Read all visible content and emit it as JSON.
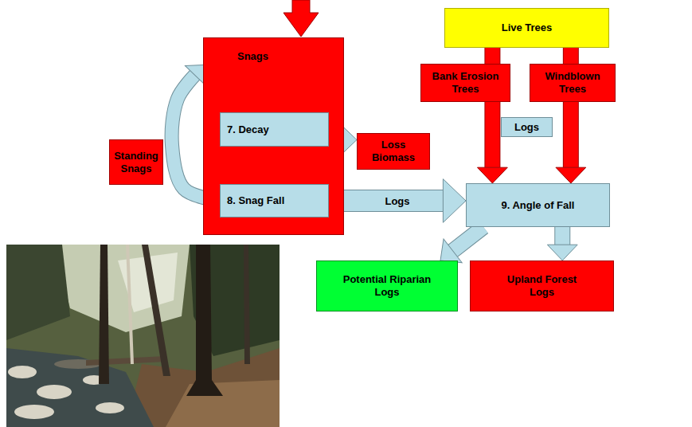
{
  "diagram": {
    "nodes": [
      {
        "text": [
          "Live Trees"
        ]
      },
      {
        "text": [
          "Snags"
        ]
      },
      {
        "text": [
          "7. Decay"
        ],
        "in": 1
      },
      {
        "text": [
          "8. Snag Fall"
        ],
        "in": 1
      },
      {
        "text": [
          "Standing Snags"
        ]
      },
      {
        "text": [
          "Bank Erosion Trees"
        ]
      },
      {
        "text": [
          "Windblown Trees"
        ]
      },
      {
        "text": [
          "Logs"
        ]
      },
      {
        "text": [
          "Loss Biomass"
        ]
      },
      {
        "text": [
          "9. Angle of Fall"
        ]
      },
      {
        "text": [
          "Potential Riparian Logs"
        ]
      },
      {
        "text": [
          "Upland Forest Logs"
        ]
      }
    ],
    "edges": [
      {
        "from": 0,
        "to": 5,
        "arrow": "none"
      },
      {
        "from": 0,
        "to": 6,
        "arrow": "none"
      },
      {
        "from": 5,
        "to": 9,
        "arrow": "to"
      },
      {
        "from": 6,
        "to": 9,
        "arrow": "to"
      },
      {
        "from": 2,
        "to": 8,
        "arrow": "to"
      },
      {
        "from": 3,
        "to": 9,
        "label": "Logs",
        "arrow": "to"
      },
      {
        "from": 3,
        "to": 1,
        "arrow": "to"
      },
      {
        "from": 9,
        "to": 10,
        "arrow": "to"
      },
      {
        "from": 9,
        "to": 11,
        "arrow": "to"
      }
    ]
  }
}
